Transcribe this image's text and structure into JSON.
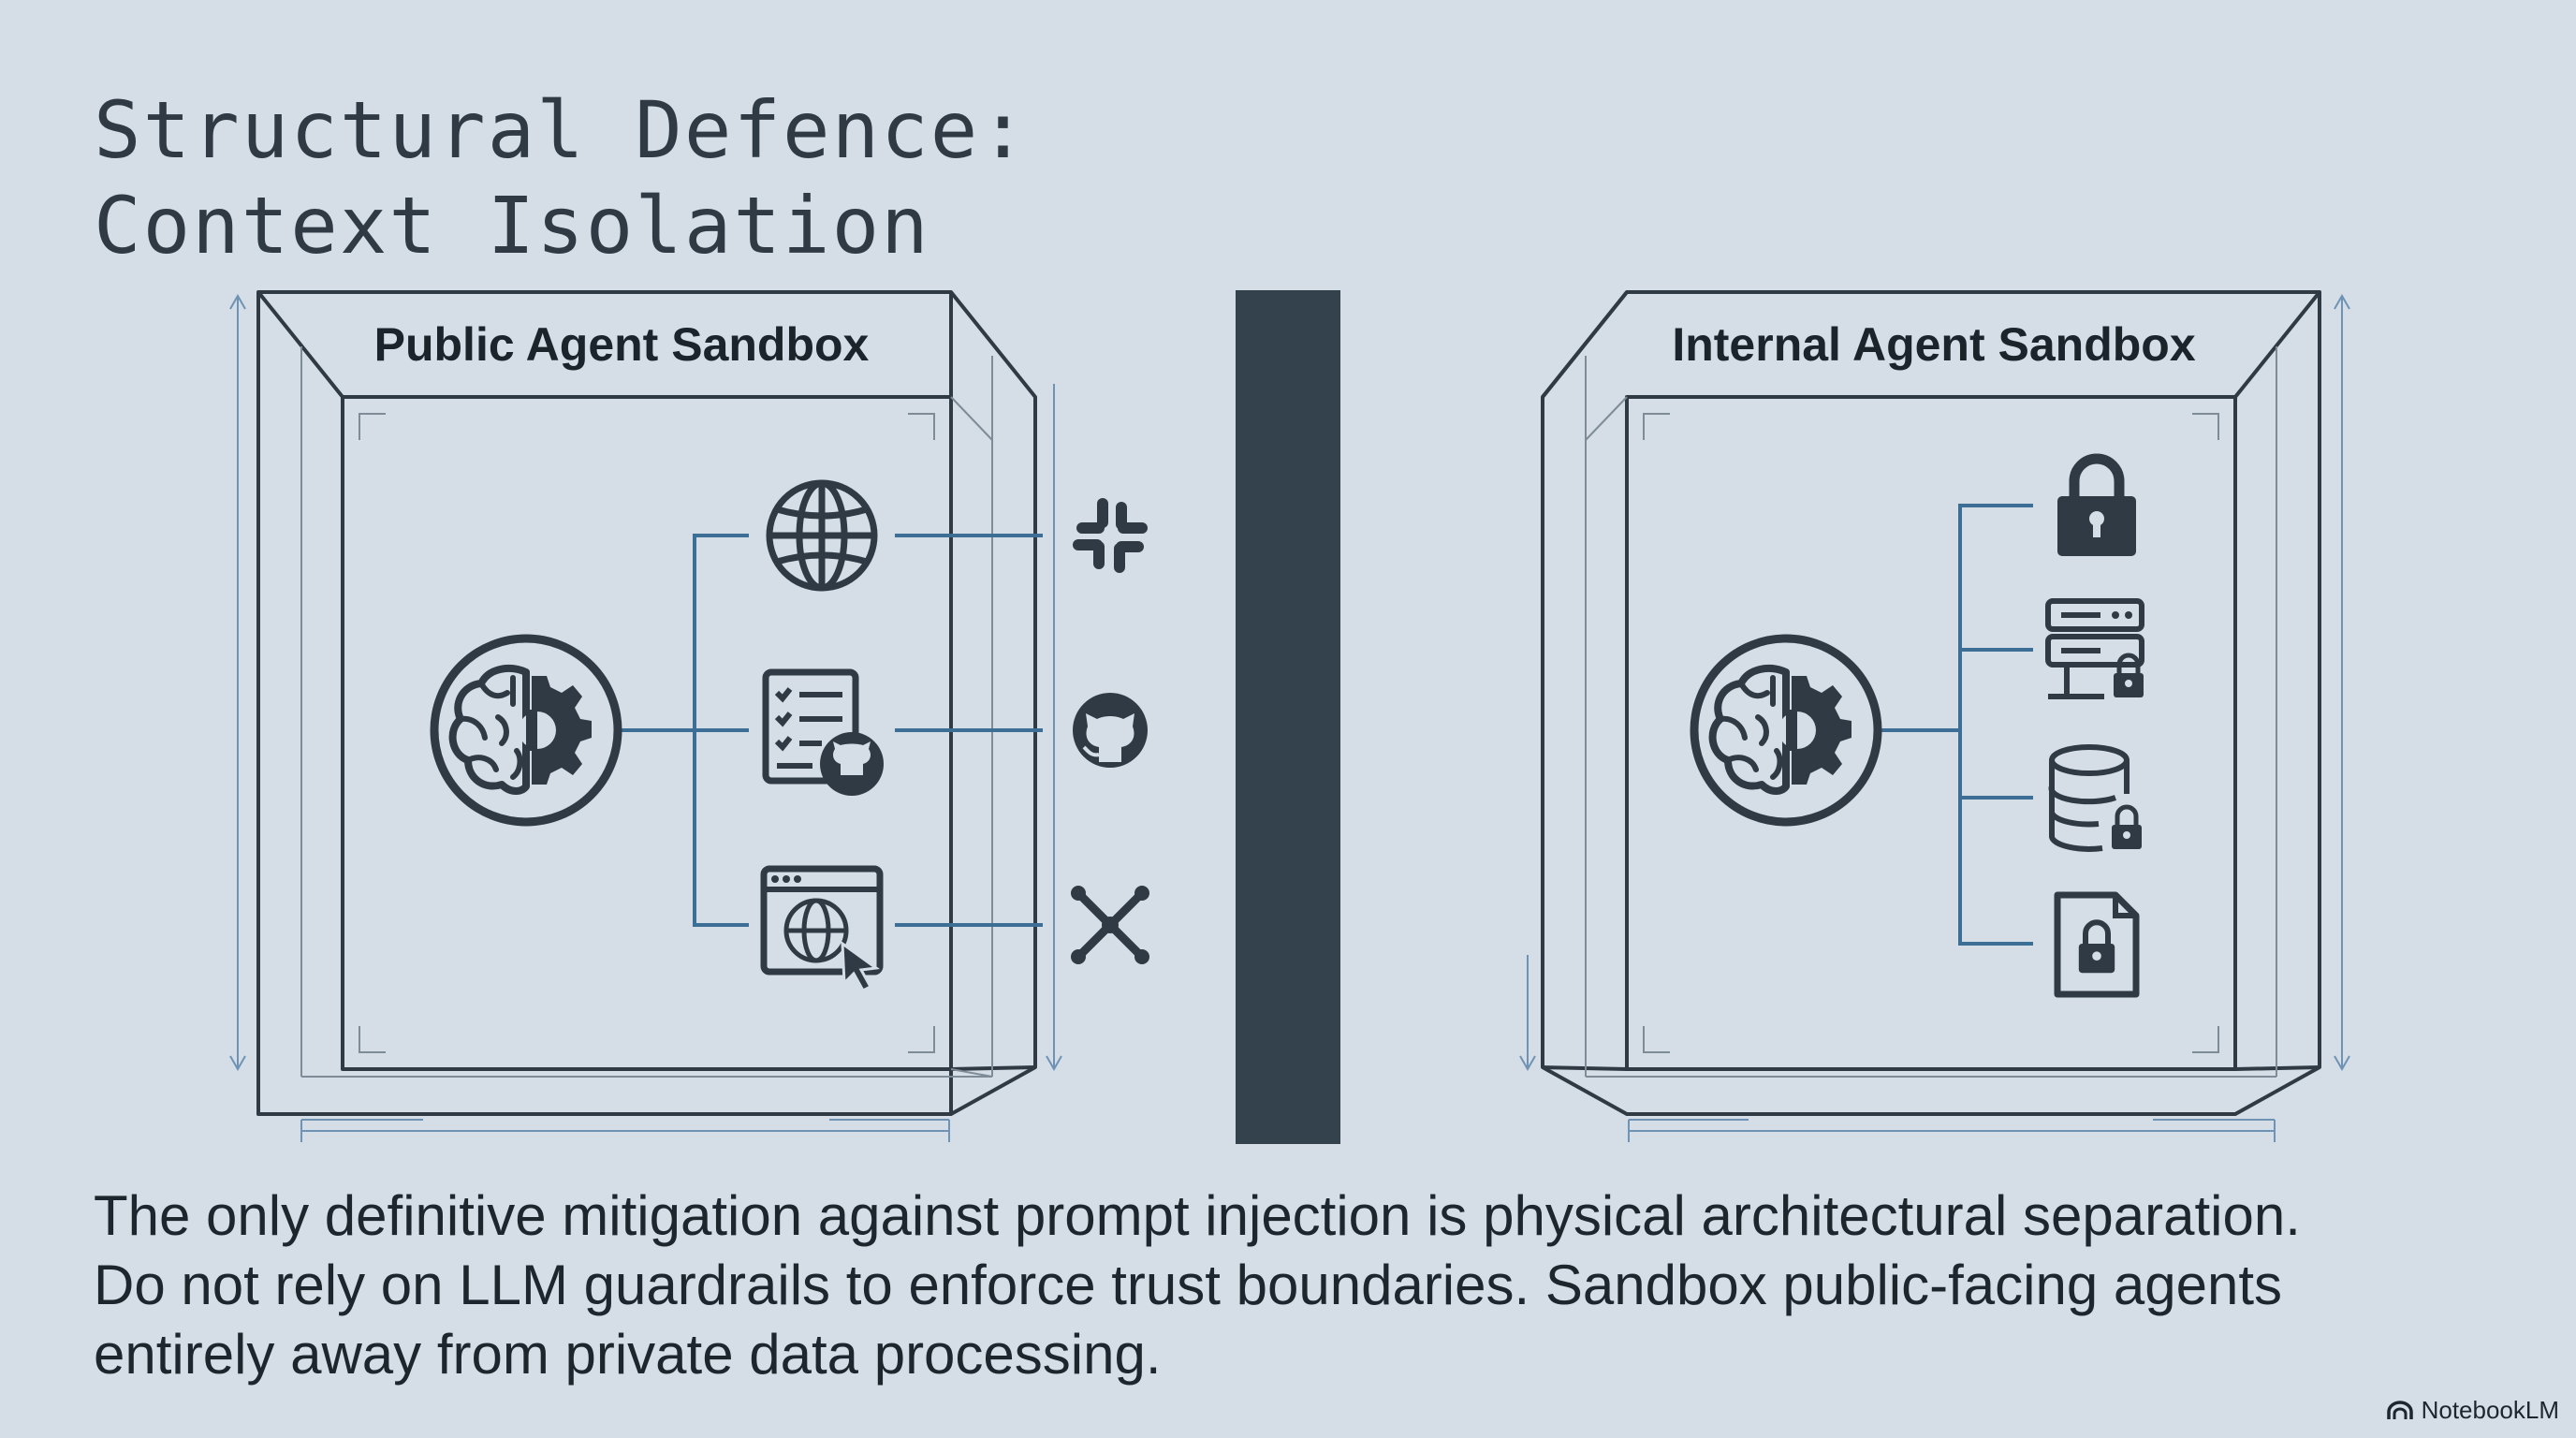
{
  "title": {
    "line1": "Structural Defence:",
    "line2": "Context Isolation"
  },
  "left_sandbox": {
    "label": "Public Agent Sandbox",
    "icons": {
      "agent": "brain-gear-icon",
      "tools": [
        "globe-icon",
        "checklist-github-icon",
        "browser-globe-cursor-icon"
      ],
      "external": [
        "slack-icon",
        "github-icon",
        "x-icon"
      ]
    }
  },
  "right_sandbox": {
    "label": "Internal Agent Sandbox",
    "icons": {
      "agent": "brain-gear-icon",
      "resources": [
        "lock-icon",
        "server-lock-icon",
        "database-lock-icon",
        "file-lock-icon"
      ]
    }
  },
  "body": {
    "line1": "The only definitive mitigation against prompt injection is physical architectural separation.",
    "line2": "Do not rely on LLM guardrails to enforce trust boundaries. Sandbox public-facing agents",
    "line3": "entirely away from private data processing."
  },
  "brand": {
    "name": "NotebookLM"
  },
  "colors": {
    "background": "#d5dde6",
    "dark": "#2f3a44",
    "connector": "#3d6e96",
    "divider": "#34424d"
  }
}
